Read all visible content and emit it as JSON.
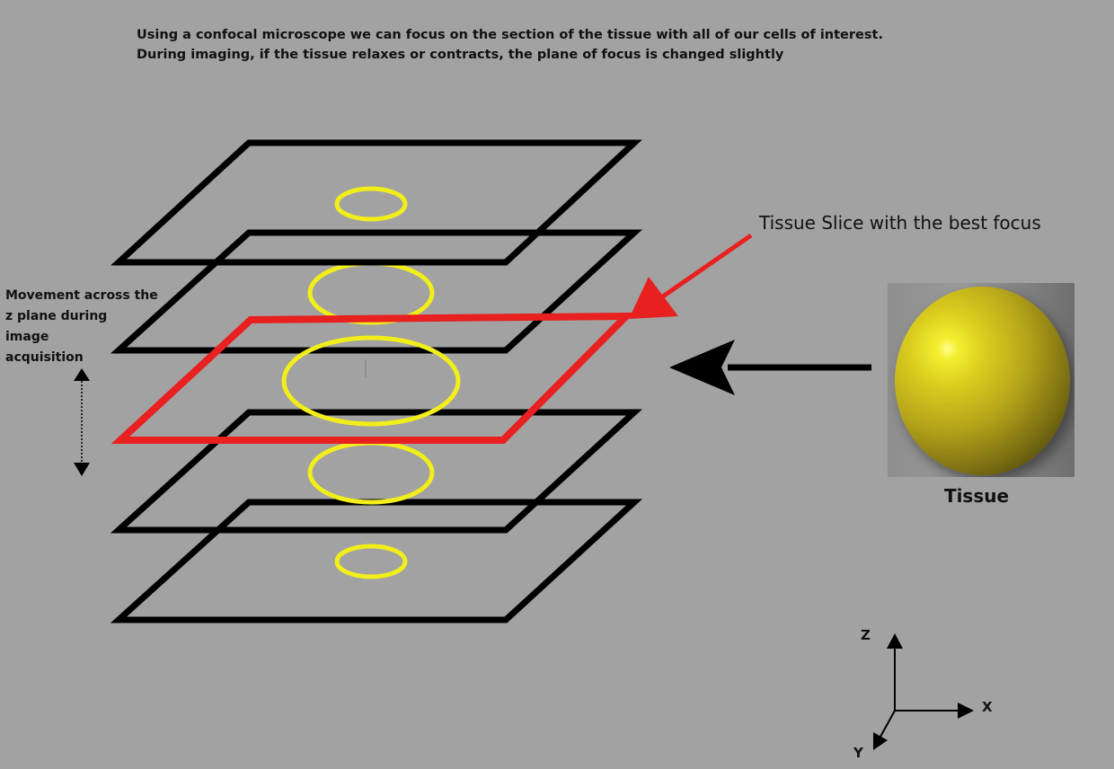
{
  "header": {
    "line1": "Using a confocal microscope we can focus on the section of the tissue with all of our cells of interest.",
    "line2": "During imaging, if the tissue relaxes or contracts, the plane of focus is changed slightly"
  },
  "side_label": {
    "line1": "Movement across the",
    "line2": "z plane during",
    "line3": "image",
    "line4": "acquisition"
  },
  "callout": {
    "text": "Tissue Slice with the best focus"
  },
  "tissue": {
    "label": "Tissue"
  },
  "axes": {
    "z": "Z",
    "x": "X",
    "y": "Y"
  },
  "colors": {
    "background": "#a2a2a2",
    "plane_outline": "#000000",
    "focus_plane": "#e82020",
    "cell_ring": "#f2ee1a",
    "arrow": "#000000"
  }
}
